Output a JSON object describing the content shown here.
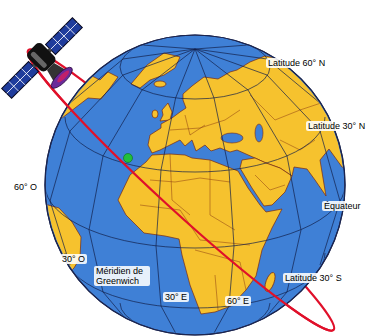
{
  "diagram": {
    "labels": [
      "Latitude 60° N",
      "Latitude 30° N",
      "Équateur",
      "60° O",
      "30° O",
      "Méridien de Greenwich",
      "30° E",
      "60° E",
      "Latitude 30° S"
    ]
  }
}
